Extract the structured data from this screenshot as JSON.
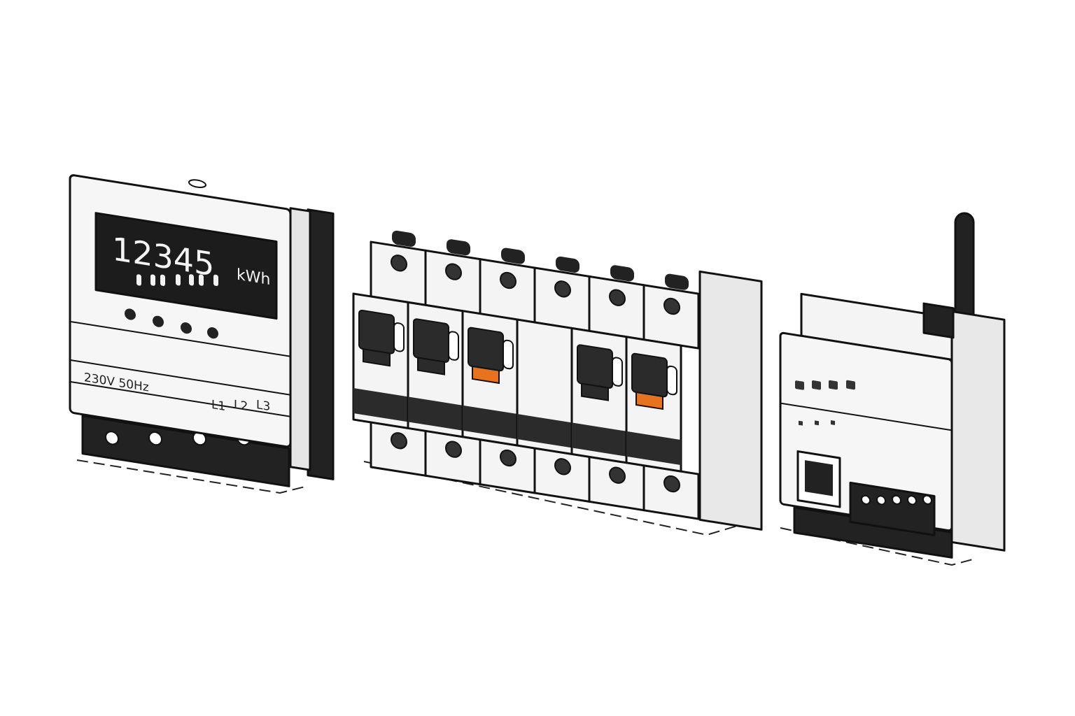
{
  "meter": {
    "reading": "12345",
    "unit": "kWh",
    "rating": "230V 50Hz",
    "phases": [
      "L1",
      "L2",
      "L3"
    ]
  },
  "breakers": {
    "count": 6,
    "lever_colors": [
      "dark",
      "dark",
      "orange",
      "none",
      "dark",
      "orange"
    ]
  },
  "colors": {
    "outline": "#111111",
    "body": "#f4f4f4",
    "dark": "#2b2b2b",
    "accent": "#e8731f",
    "shadow": "#d9d9d9"
  }
}
